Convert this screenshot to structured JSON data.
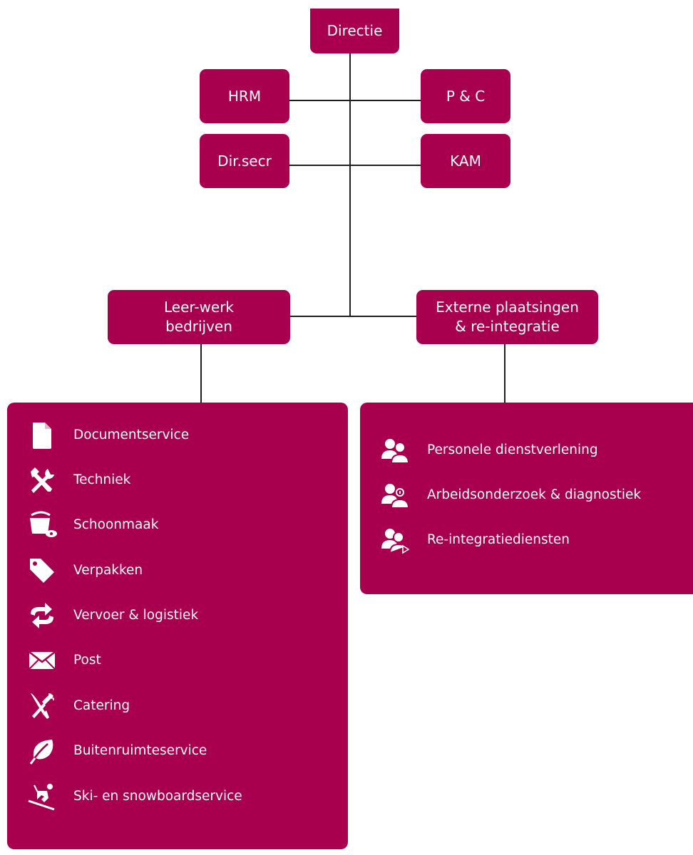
{
  "nodes": {
    "directie": "Directie",
    "hrm": "HRM",
    "pc": "P & C",
    "dirsecr": "Dir.secr",
    "kam": "KAM",
    "leerwerk_line1": "Leer-werk",
    "leerwerk_line2": "bedrijven",
    "extern_line1": "Externe plaatsingen",
    "extern_line2": "& re-integratie"
  },
  "left_panel": {
    "items": [
      {
        "label": "Documentservice",
        "icon": "document-icon"
      },
      {
        "label": "Techniek",
        "icon": "tools-icon"
      },
      {
        "label": "Schoonmaak",
        "icon": "cleaning-bucket-icon"
      },
      {
        "label": "Verpakken",
        "icon": "tag-icon"
      },
      {
        "label": "Vervoer & logistiek",
        "icon": "transfer-arrows-icon"
      },
      {
        "label": "Post",
        "icon": "envelope-icon"
      },
      {
        "label": "Catering",
        "icon": "cutlery-icon"
      },
      {
        "label": "Buitenruimteservice",
        "icon": "leaf-icon"
      },
      {
        "label": "Ski- en snowboardservice",
        "icon": "skier-icon"
      }
    ]
  },
  "right_panel": {
    "items": [
      {
        "label": "Personele dienstverlening",
        "icon": "people-icon"
      },
      {
        "label": "Arbeidsonderzoek & diagnostiek",
        "icon": "people-info-icon"
      },
      {
        "label": "Re-integratiediensten",
        "icon": "people-arrow-icon"
      }
    ]
  },
  "colors": {
    "box": "#a8004f",
    "line": "#1e1e1e",
    "text": "#ffffff"
  }
}
